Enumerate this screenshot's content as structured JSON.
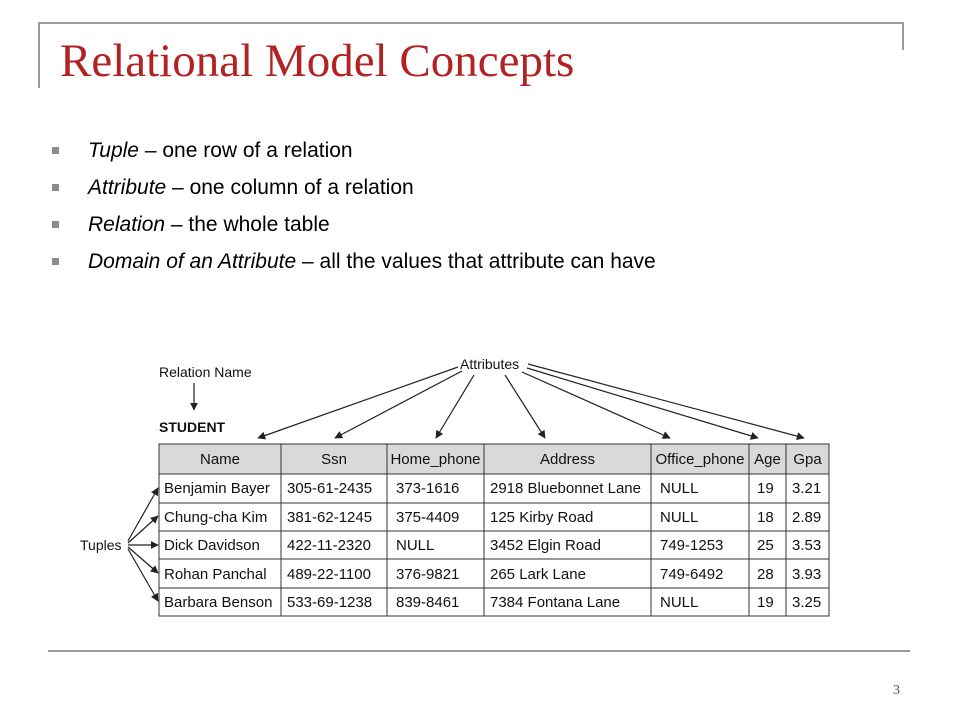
{
  "title": "Relational Model Concepts",
  "bullets": [
    {
      "term": "Tuple",
      "rest": " – one row of a relation"
    },
    {
      "term": "Attribute",
      "rest": " – one column of a relation"
    },
    {
      "term": "Relation",
      "rest": " – the whole table"
    },
    {
      "term": "Domain of an Attribute",
      "rest": " – all the values that attribute can have"
    }
  ],
  "figure": {
    "relation_name_label": "Relation Name",
    "attributes_label": "Attributes",
    "tuples_label": "Tuples",
    "table_name": "STUDENT",
    "columns": [
      "Name",
      "Ssn",
      "Home_phone",
      "Address",
      "Office_phone",
      "Age",
      "Gpa"
    ],
    "rows": [
      [
        "Benjamin Bayer",
        "305-61-2435",
        "373-1616",
        "2918 Bluebonnet Lane",
        "NULL",
        "19",
        "3.21"
      ],
      [
        "Chung-cha Kim",
        "381-62-1245",
        "375-4409",
        "125 Kirby Road",
        "NULL",
        "18",
        "2.89"
      ],
      [
        "Dick Davidson",
        "422-11-2320",
        "NULL",
        "3452 Elgin Road",
        "749-1253",
        "25",
        "3.53"
      ],
      [
        "Rohan Panchal",
        "489-22-1100",
        "376-9821",
        "265 Lark Lane",
        "749-6492",
        "28",
        "3.93"
      ],
      [
        "Barbara Benson",
        "533-69-1238",
        "839-8461",
        "7384 Fontana Lane",
        "NULL",
        "19",
        "3.25"
      ]
    ]
  },
  "page_number": "3"
}
